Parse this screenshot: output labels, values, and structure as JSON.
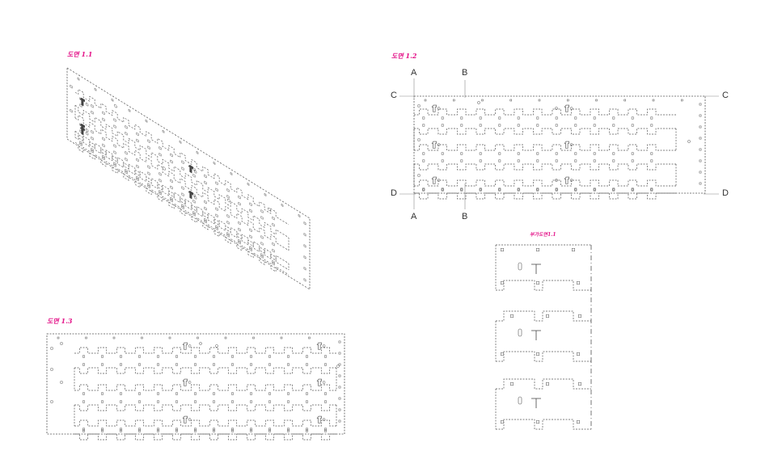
{
  "titles": {
    "drawing_1_1": "도면 1.1",
    "drawing_1_2": "도면 1.2",
    "drawing_1_3": "도면 1.3",
    "additional_1_1": "부가도면1.1"
  },
  "section_marks": {
    "a_top": "A",
    "b_top": "B",
    "a_bottom": "A",
    "b_bottom": "B",
    "c_left": "C",
    "c_right": "C",
    "d_left": "D",
    "d_right": "D"
  },
  "colors": {
    "title": "#e4168a",
    "line": "#555555",
    "key": "#444444"
  }
}
